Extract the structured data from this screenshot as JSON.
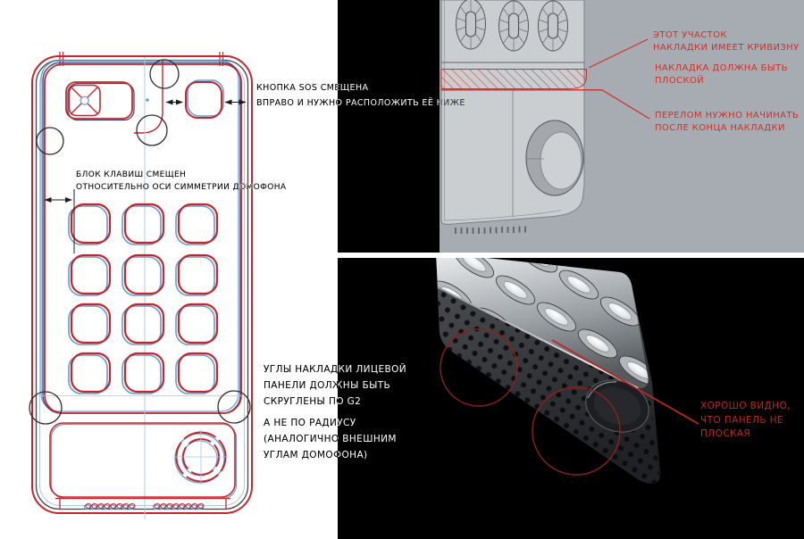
{
  "notes": {
    "sos": [
      "Кнопка SOS смещена",
      "вправо и нужно расположить её ниже"
    ],
    "keypad_block": [
      "Блок клавиш смещен",
      "относительно оси симметрии домофона"
    ],
    "corners": [
      "Углы накладки лицевой",
      "панели должны быть",
      "скруглены по G2",
      "а не по радиусу",
      "(аналогично внешним",
      "углам домофона)"
    ],
    "curvature": [
      "Этот участок",
      "накладки имеет кривизну"
    ],
    "must_be_flat": [
      "Накладка должна быть",
      "плоской"
    ],
    "kink": [
      "Перелом нужно начинать",
      "после конца накладки"
    ],
    "not_flat": [
      "Хорошо видно,",
      "что панель не",
      "плоская"
    ]
  },
  "colors": {
    "drawing_red": "#c9242b",
    "drawing_blue": "#5d9fd4",
    "drawing_navy": "#3a4a78",
    "centerline_blue": "#a9c9e6",
    "callout_black": "#2d2d2f",
    "annotation_red": "#cf3127",
    "annotation_red_dark": "#c1261f",
    "render_bg_gray": "#a7acb3",
    "panel_black": "#000000",
    "separator_white": "#ffffff"
  }
}
